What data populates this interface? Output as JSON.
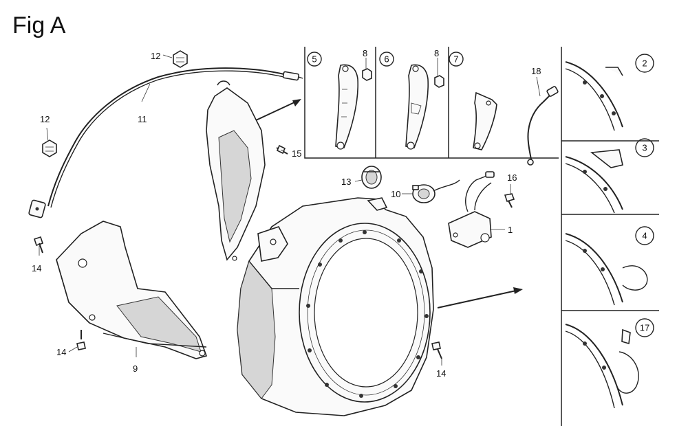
{
  "figure": {
    "title": "Fig A"
  },
  "callouts": {
    "c1": "1",
    "c2": "2",
    "c3": "3",
    "c4": "4",
    "c5": "5",
    "c6": "6",
    "c7": "7",
    "c8a": "8",
    "c8b": "8",
    "c9": "9",
    "c10": "10",
    "c11": "11",
    "c12a": "12",
    "c12b": "12",
    "c13": "13",
    "c14a": "14",
    "c14b": "14",
    "c14c": "14",
    "c15": "15",
    "c16": "16",
    "c17": "17",
    "c18": "18"
  }
}
